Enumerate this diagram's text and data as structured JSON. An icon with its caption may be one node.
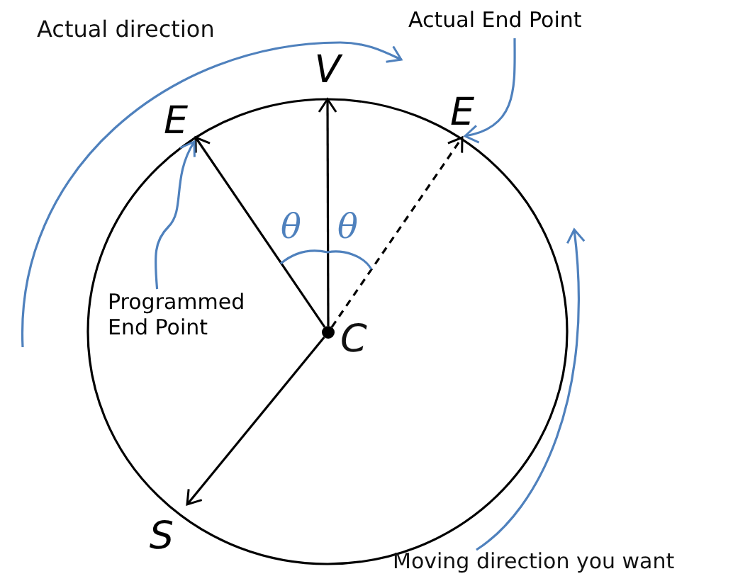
{
  "diagram": {
    "nodes": [
      {
        "text": [],
        "shape": "circle",
        "beside": [
          "C"
        ]
      },
      {
        "text": [
          "V"
        ]
      },
      {
        "text": [
          "E"
        ]
      },
      {
        "text": [
          "E"
        ]
      },
      {
        "text": [
          "S"
        ]
      },
      {
        "text": [
          "Actual End Point"
        ]
      },
      {
        "text": [
          "Programmed End Point"
        ]
      }
    ],
    "edges": [
      {
        "from": 0,
        "to": 1,
        "arrow": "to"
      },
      {
        "from": 0,
        "to": 2,
        "arrow": "to"
      },
      {
        "from": 0,
        "to": 3,
        "arrow": "to",
        "style": "dashed"
      },
      {
        "from": 0,
        "to": 4,
        "arrow": "to"
      },
      {
        "from": 5,
        "to": 3,
        "arrow": "to",
        "color": "#4f81bd"
      },
      {
        "from": 6,
        "to": 2,
        "arrow": "to",
        "color": "#4f81bd"
      }
    ],
    "labels": [
      "Actual direction",
      "θ",
      "θ",
      "Moving direction you want"
    ]
  }
}
